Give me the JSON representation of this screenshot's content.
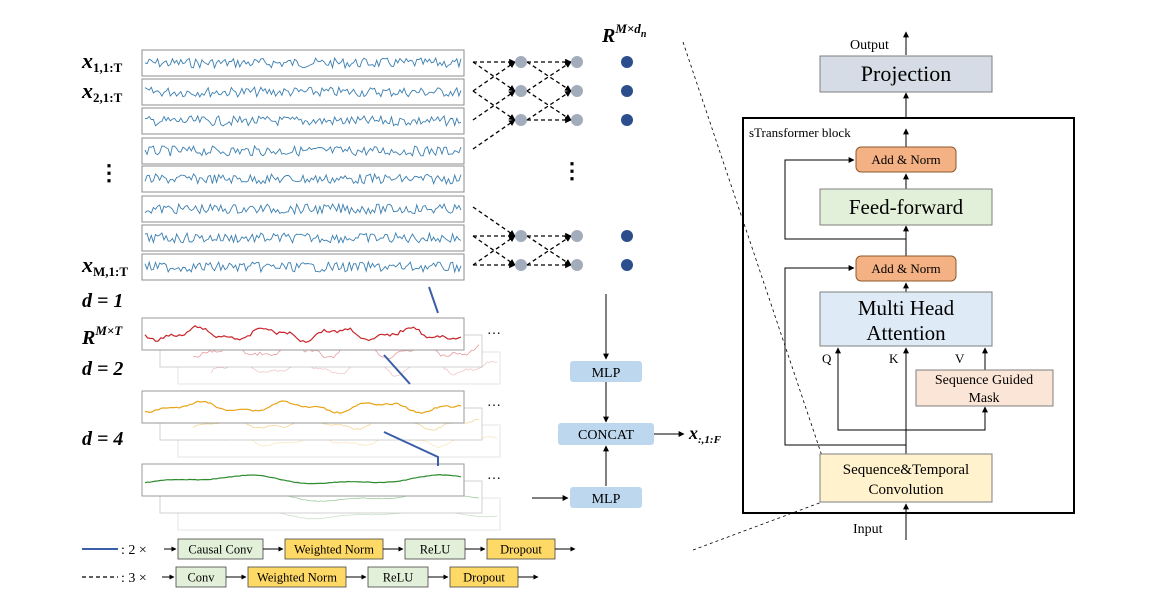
{
  "left": {
    "series_labels": {
      "first": "x",
      "first_sub": "1,1:T",
      "second": "x",
      "second_sub": "2,1:T",
      "last": "x",
      "last_sub": "M,1:T",
      "vdots": "⋮"
    },
    "embedding": {
      "base": "R",
      "sup": "M×d",
      "sup_sub": "n",
      "vdots": "⋮"
    },
    "dilation": {
      "d1": "d = 1",
      "d2": "d = 2",
      "d4": "d = 4",
      "matrix_base": "R",
      "matrix_sup": "M×T",
      "ellipsis": "…"
    },
    "mlp_top": "MLP",
    "concat": "CONCAT",
    "mlp_bottom": "MLP",
    "output_var": "x",
    "output_sub": ":,1:F"
  },
  "legend": {
    "row1": {
      "mult": ": 2 ×",
      "items": [
        "Causal Conv",
        "Weighted Norm",
        "ReLU",
        "Dropout"
      ]
    },
    "row2": {
      "mult": ": 3 ×",
      "items": [
        "Conv",
        "Weighted Norm",
        "ReLU",
        "Dropout"
      ]
    }
  },
  "right": {
    "output_label": "Output",
    "projection": "Projection",
    "block_title": "sTransformer block",
    "add_norm_top": "Add & Norm",
    "feed_forward": "Feed-forward",
    "add_norm_bottom": "Add & Norm",
    "mha_line1": "Multi Head",
    "mha_line2": "Attention",
    "q": "Q",
    "k": "K",
    "v": "V",
    "mask_line1": "Sequence Guided",
    "mask_line2": "Mask",
    "conv_line1": "Sequence&Temporal",
    "conv_line2": "Convolution",
    "input_label": "Input"
  },
  "colors": {
    "series_line": "#3b7fb0",
    "node_grey": "#a2acbb",
    "node_blue": "#2c4e8c",
    "d1_line": "#c8242a",
    "d2_line": "#e8a418",
    "d4_line": "#2e8b2e",
    "dilation_marker": "#3b5ea8",
    "mlp_fill": "#bdd7ee",
    "projection_fill": "#d6dce5",
    "addnorm_fill": "#f4b183",
    "ff_fill": "#e2f0d9",
    "mha_fill": "#deebf7",
    "mask_fill": "#fbe5d6",
    "conv_fill": "#fff2cc",
    "legend_green": "#e2f0d9",
    "legend_yellow": "#ffd966"
  }
}
